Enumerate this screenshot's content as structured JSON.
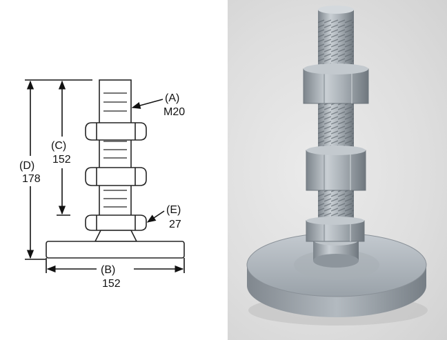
{
  "drawing": {
    "thread_letter": "(A)",
    "thread_value": "M20",
    "thread_length_letter": "(C)",
    "thread_length_value": "152",
    "height_letter": "(D)",
    "height_value": "178",
    "base_diameter_letter": "(B)",
    "base_diameter_value": "152",
    "nut_size_letter": "(E)",
    "nut_size_value": "27"
  },
  "photo": {
    "subject": "leveling-foot-photo",
    "background_color": "#dedede",
    "metal_color": "#a9b0b6"
  }
}
